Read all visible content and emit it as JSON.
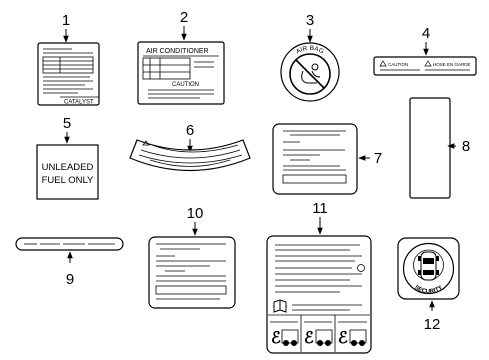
{
  "callouts": [
    "1",
    "2",
    "3",
    "4",
    "5",
    "6",
    "7",
    "8",
    "9",
    "10",
    "11",
    "12"
  ],
  "labels": {
    "l1_catalyst": "CATALYST",
    "l2_header": "AIR CONDITIONER",
    "l2_caution": "CAUTION",
    "l3_airbag": "AIR BAG",
    "l4_caution": "CAUTION",
    "l4_hose": "HOSE EN GARDE",
    "l5_line1": "UNLEADED",
    "l5_line2": "FUEL ONLY",
    "l12_security": "SECURITY"
  }
}
